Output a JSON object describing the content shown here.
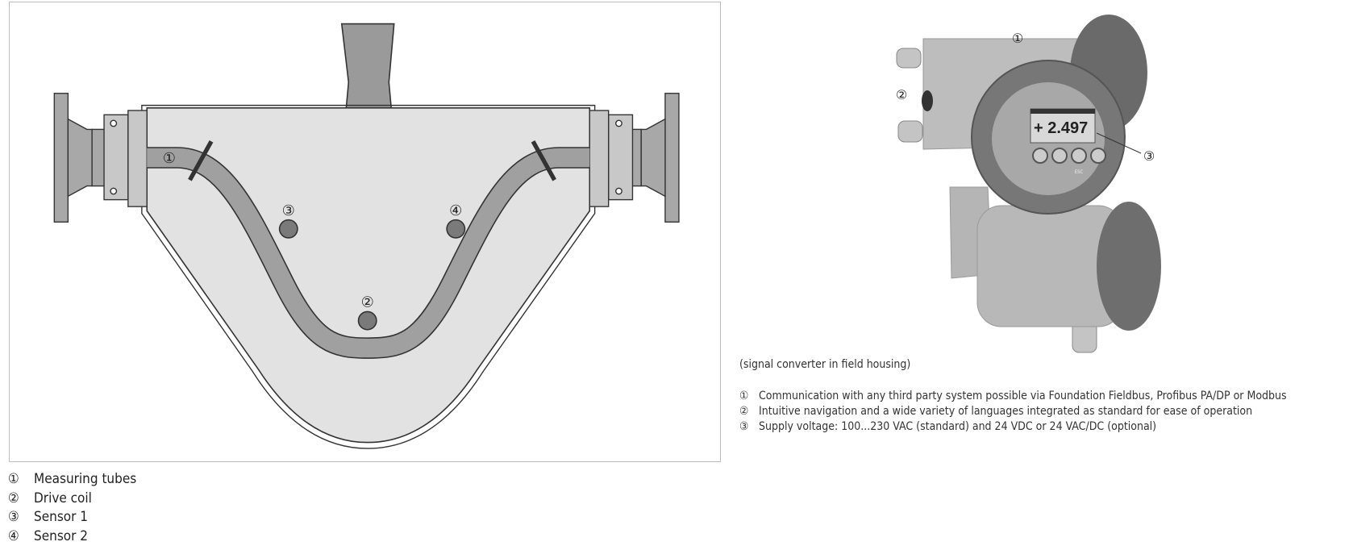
{
  "diagram": {
    "callouts": [
      "①",
      "②",
      "③",
      "④"
    ]
  },
  "legend": [
    {
      "marker": "①",
      "label": "Measuring tubes"
    },
    {
      "marker": "②",
      "label": "Drive coil"
    },
    {
      "marker": "③",
      "label": "Sensor 1"
    },
    {
      "marker": "④",
      "label": "Sensor 2"
    }
  ],
  "device": {
    "display_value": "+ 2.497",
    "key_label": "ESC",
    "callouts": [
      "①",
      "②",
      "③"
    ]
  },
  "caption": "(signal converter in field housing)",
  "features": [
    {
      "marker": "①",
      "text": "Communication with any third party system possible via Foundation Fieldbus, Profibus PA/DP or Modbus"
    },
    {
      "marker": "②",
      "text": "Intuitive navigation and a wide variety of languages integrated as standard for ease of operation"
    },
    {
      "marker": "③",
      "text": "Supply voltage: 100...230 VAC (standard) and 24 VDC or 24 VAC/DC (optional)"
    }
  ]
}
